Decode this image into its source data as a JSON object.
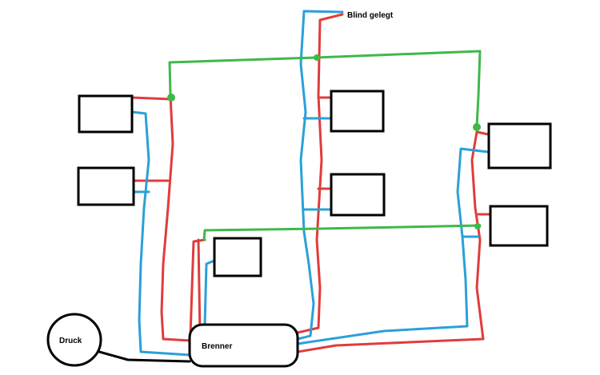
{
  "labels": {
    "burner": "Brenner",
    "pressure": "Druck",
    "blind": "Blind gelegt"
  },
  "colors": {
    "supply_red": "#e03c3c",
    "return_blue": "#2aa0d8",
    "green_line": "#3fb84a",
    "outline": "#000000"
  },
  "radiators": [
    {
      "id": "left-top"
    },
    {
      "id": "left-bottom"
    },
    {
      "id": "center-small"
    },
    {
      "id": "middle-top"
    },
    {
      "id": "middle-bottom"
    },
    {
      "id": "right-top"
    },
    {
      "id": "right-bottom"
    }
  ]
}
